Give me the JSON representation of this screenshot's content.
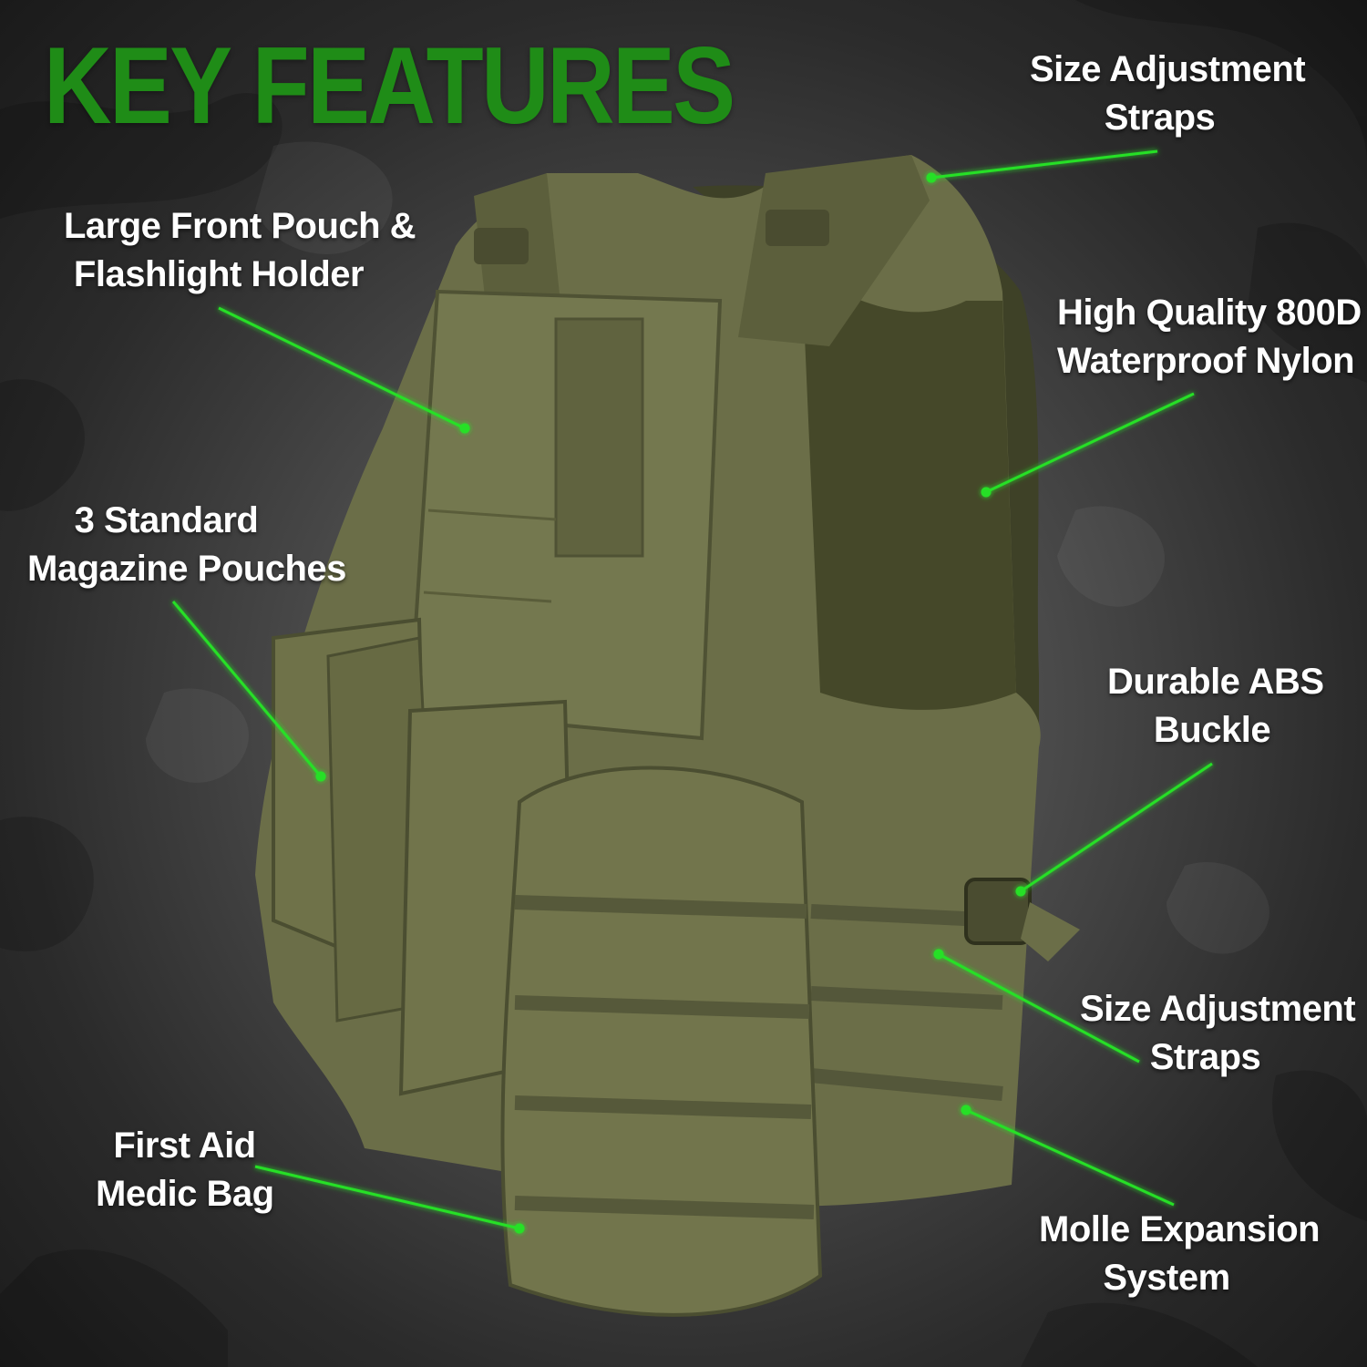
{
  "title": "KEY FEATURES",
  "accent_color": "#1f8c17",
  "line_color": "#27e027",
  "vest_color": "#6b6e48",
  "callouts": {
    "top_strap": {
      "line1": "Size Adjustment",
      "line2": "Straps"
    },
    "front_pouch": {
      "line1": "Large Front Pouch &",
      "line2": "Flashlight Holder"
    },
    "nylon": {
      "line1": "High Quality 800D",
      "line2": "Waterproof Nylon"
    },
    "magazine": {
      "line1": "3 Standard",
      "line2": "Magazine Pouches"
    },
    "buckle": {
      "line1": "Durable ABS",
      "line2": "Buckle"
    },
    "side_strap": {
      "line1": "Size Adjustment",
      "line2": "Straps"
    },
    "first_aid": {
      "line1": "First Aid",
      "line2": "Medic Bag"
    },
    "molle": {
      "line1": "Molle Expansion",
      "line2": "System"
    }
  }
}
